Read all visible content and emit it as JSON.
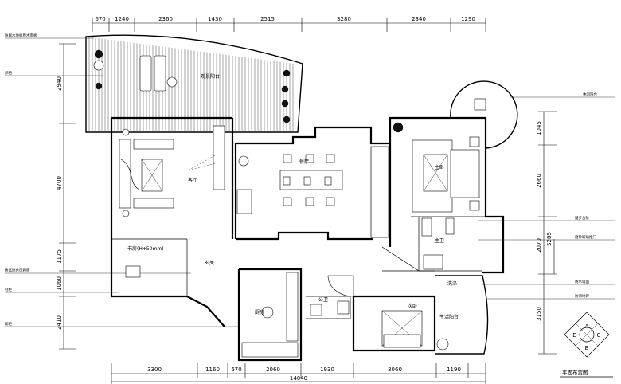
{
  "dims": {
    "top": [
      "670",
      "1240",
      "2360",
      "1430",
      "2515",
      "3280",
      "2340",
      "1290"
    ],
    "bottom": [
      "3300",
      "1160",
      "670",
      "2060",
      "1930",
      "3060",
      "1190"
    ],
    "total": "14040",
    "left": [
      "2940",
      "4700",
      "1175",
      "1060",
      "2410"
    ],
    "right": [
      "1045",
      "2660",
      "2070",
      "5285",
      "3150"
    ]
  },
  "rooms": {
    "balcony": "观景阳台",
    "living": "客厅",
    "dining": "餐厅",
    "master": "主卧",
    "study": "书房(H+50mm)",
    "entry": "玄关",
    "kitchen": "厨房",
    "guest_bath": "公卫",
    "master_bath": "主卫",
    "bedroom": "次卧",
    "laundry": "洗涤",
    "service_balcony": "生活阳台"
  },
  "left_labels": [
    "防腐木地板原木面板",
    "卵石",
    "抬高地台电视柜",
    "鞋柜",
    "橱柜"
  ],
  "right_labels": [
    "休闲阳台",
    "踏步台阶",
    "磨砂玻璃推门",
    "防水墙面",
    "防滑地砖"
  ],
  "compass": [
    "A",
    "C",
    "B",
    "D"
  ],
  "title": "平面布置图"
}
